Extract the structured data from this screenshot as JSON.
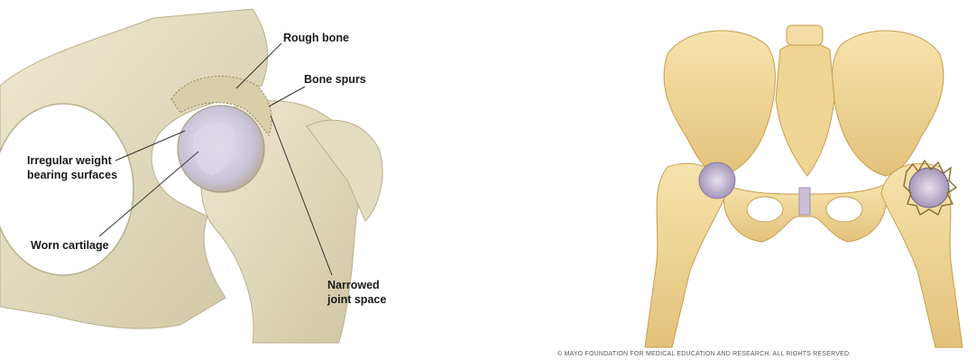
{
  "left_diagram": {
    "labels": {
      "rough_bone": "Rough bone",
      "bone_spurs": "Bone spurs",
      "irregular_surfaces": "Irregular weight\nbearing surfaces",
      "worn_cartilage": "Worn cartilage",
      "narrowed_space": "Narrowed\njoint space"
    }
  },
  "right_diagram": {
    "copyright": "© MAYO FOUNDATION FOR MEDICAL EDUCATION AND RESEARCH. ALL RIGHTS RESERVED."
  },
  "colors": {
    "bone": "#e8e2c8",
    "bone_shadow": "#c9c1a0",
    "pelvis": "#f2d99a",
    "pelvis_shadow": "#d9b56a",
    "cartilage": "#c8bfd8"
  }
}
